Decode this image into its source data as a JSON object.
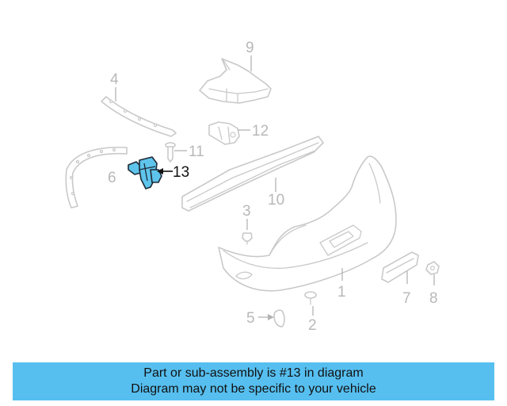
{
  "diagram": {
    "callouts": {
      "c1": "1",
      "c2": "2",
      "c3": "3",
      "c4": "4",
      "c5": "5",
      "c6": "6",
      "c7": "7",
      "c8": "8",
      "c9": "9",
      "c10": "10",
      "c11": "11",
      "c12": "12",
      "c13": "13"
    },
    "highlighted_part": "13",
    "colors": {
      "highlight_fill": "#5fc4ec",
      "part_line": "#c9c9c9",
      "callout_text": "#b8b8b8",
      "banner_background": "#56bff0"
    }
  },
  "banner": {
    "line1": "Part or sub-assembly is #13 in diagram",
    "line2": "Diagram may not be specific to your vehicle"
  }
}
